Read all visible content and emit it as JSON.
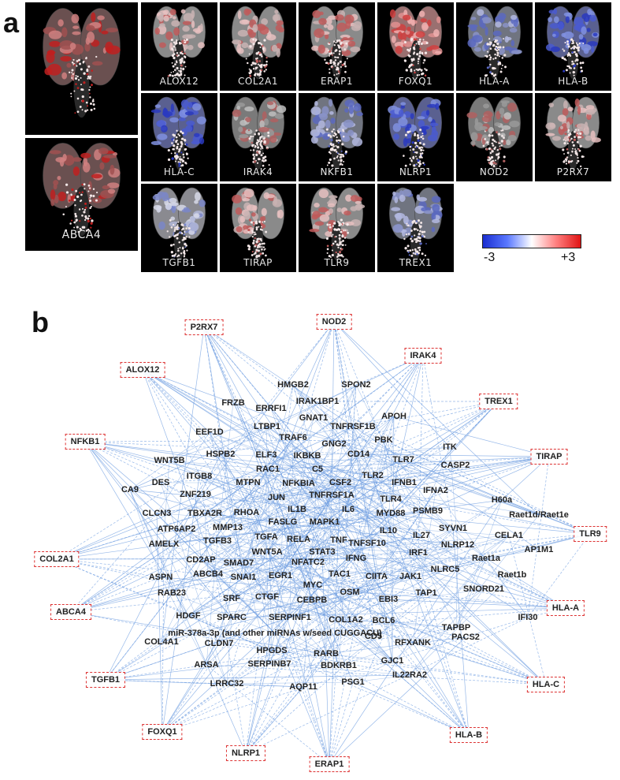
{
  "panel_a": {
    "letter": "a",
    "large_tiles": [
      "",
      "ABCA4"
    ],
    "tiles": [
      {
        "label": "ALOX12",
        "tone": "red-light"
      },
      {
        "label": "COL2A1",
        "tone": "red-light"
      },
      {
        "label": "ERAP1",
        "tone": "red-light"
      },
      {
        "label": "FOXQ1",
        "tone": "red"
      },
      {
        "label": "HLA-A",
        "tone": "blue"
      },
      {
        "label": "HLA-B",
        "tone": "blue-strong"
      },
      {
        "label": "HLA-C",
        "tone": "blue-strong"
      },
      {
        "label": "IRAK4",
        "tone": "grey"
      },
      {
        "label": "NKFB1",
        "tone": "blue"
      },
      {
        "label": "NLRP1",
        "tone": "blue-strong"
      },
      {
        "label": "NOD2",
        "tone": "grey"
      },
      {
        "label": "P2RX7",
        "tone": "red-light"
      },
      {
        "label": "TGFB1",
        "tone": "blue-light"
      },
      {
        "label": "TIRAP",
        "tone": "red-light"
      },
      {
        "label": "TLR9",
        "tone": "red-light"
      },
      {
        "label": "TREX1",
        "tone": "blue"
      }
    ],
    "colorscale": {
      "min_label": "-3",
      "max_label": "+3",
      "low_color": "#1a2ed0",
      "mid_color": "#ffffff",
      "high_color": "#e01414"
    }
  },
  "panel_b": {
    "letter": "b",
    "edge_color": "#6b9be0",
    "boxed_genes": [
      "P2RX7",
      "NOD2",
      "IRAK4",
      "ALOX12",
      "TREX1",
      "NFKB1",
      "TIRAP",
      "COL2A1",
      "TLR9",
      "ABCA4",
      "HLA-A",
      "TGFB1",
      "HLA-C",
      "FOXQ1",
      "NLRP1",
      "ERAP1",
      "HLA-B"
    ],
    "nodes": [
      "HMGB2",
      "SPON2",
      "IRAK1BP1",
      "FRZB",
      "ERRFI1",
      "GNAT1",
      "APOH",
      "TNFRSF1B",
      "LTBP1",
      "EEF1D",
      "TRAF6",
      "GNG2",
      "PBK",
      "ITK",
      "HSPB2",
      "ELF3",
      "IKBKB",
      "CD14",
      "TLR7",
      "WNT5B",
      "RAC1",
      "C5",
      "CASP2",
      "DES",
      "ITGB8",
      "MTPN",
      "NFKBIA",
      "CSF2",
      "TLR2",
      "IFNB1",
      "CA9",
      "ZNF219",
      "JUN",
      "TNFRSF1A",
      "IFNA2",
      "TLR4",
      "CLCN3",
      "RHOA",
      "IL1B",
      "IL6",
      "MYD88",
      "PSMB9",
      "H60a",
      "TBXA2R",
      "FASLG",
      "MAPK1",
      "Raet1d/Raet1e",
      "ATP6AP2",
      "MMP13",
      "TGFA",
      "SYVN1",
      "CELA1",
      "IL10",
      "IL27",
      "RELA",
      "TNF",
      "AMELX",
      "TGFB3",
      "TNFSF10",
      "NLRP12",
      "AP1M1",
      "STAT3",
      "WNT5A",
      "IRF1",
      "CD2AP",
      "SMAD7",
      "NFATC2",
      "IFNG",
      "Raet1a",
      "EGR1",
      "TAC1",
      "ABCB4",
      "CIITA",
      "JAK1",
      "NLRC5",
      "Raet1b",
      "ASPN",
      "SNAI1",
      "MYC",
      "RAB23",
      "OSM",
      "TAP1",
      "SNORD21",
      "CTGF",
      "SRF",
      "CEBPB",
      "EBI3",
      "HDGF",
      "SPARC",
      "SERPINF1",
      "IFI30",
      "COL1A2",
      "BCL6",
      "TAPBP",
      "miR-378a-3p (and other miRNAs w/seed CUGGACU)",
      "PACS2",
      "CD5",
      "COL4A1",
      "RFXANK",
      "CLDN7",
      "HPGDS",
      "RARB",
      "GJC1",
      "ARSA",
      "SERPINB7",
      "BDKRB1",
      "IL22RA2",
      "LRRC32",
      "AQP11",
      "PSG1"
    ]
  }
}
